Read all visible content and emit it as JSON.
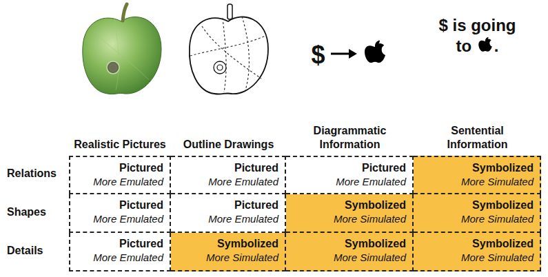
{
  "diagram": {
    "nodes": [
      {
        "text": [
          "Pictured",
          "More Emulated"
        ]
      },
      {
        "text": [
          "Pictured",
          "More Emulated"
        ]
      },
      {
        "text": [
          "Pictured",
          "More Emulated"
        ]
      },
      {
        "text": [
          "Symbolized",
          "More Simulated"
        ]
      },
      {
        "text": [
          "Pictured",
          "More Emulated"
        ]
      },
      {
        "text": [
          "Pictured",
          "More Emulated"
        ]
      },
      {
        "text": [
          "Symbolized",
          "More Simulated"
        ]
      },
      {
        "text": [
          "Symbolized",
          "More Simulated"
        ]
      },
      {
        "text": [
          "Pictured",
          "More Emulated"
        ]
      },
      {
        "text": [
          "Symbolized",
          "More Simulated"
        ]
      },
      {
        "text": [
          "Symbolized",
          "More Simulated"
        ]
      },
      {
        "text": [
          "Symbolized",
          "More Simulated"
        ]
      }
    ],
    "labels": [
      "Realistic Pictures",
      "Outline Drawings",
      "Diagrammatic Information",
      "Sentential Information",
      "Relations",
      "Shapes",
      "Details",
      "$",
      "$ is going to",
      "."
    ]
  }
}
